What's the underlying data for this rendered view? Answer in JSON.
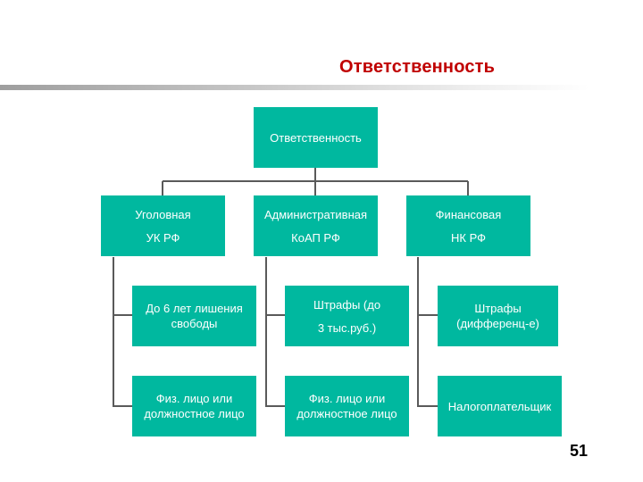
{
  "slide": {
    "title": "Ответственность",
    "page_number": "51"
  },
  "diagram": {
    "root": "Ответственность",
    "categories": [
      {
        "name": "Уголовная",
        "code": "УК РФ",
        "penalty": "До 6 лет лишения свободы",
        "subject": "Физ. лицо или должностное лицо"
      },
      {
        "name": "Административная",
        "code": "КоАП РФ",
        "penalty_line1": "Штрафы (до",
        "penalty_line2": "3 тыс.руб.)",
        "subject": "Физ. лицо или должностное лицо"
      },
      {
        "name": "Финансовая",
        "code": "НК РФ",
        "penalty": "Штрафы (дифференц-е)",
        "subject": "Налогоплательщик"
      }
    ]
  }
}
